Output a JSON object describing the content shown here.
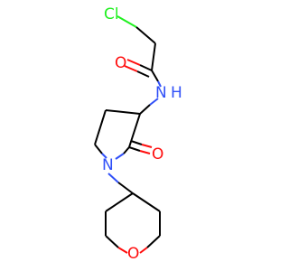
{
  "molecule": {
    "atoms": {
      "cl": {
        "label": "Cl",
        "color": "#1ff01f"
      },
      "o_amide": {
        "label": "O",
        "color": "#ff0d0d"
      },
      "nh": {
        "label": "N",
        "h_label": "H",
        "color": "#3050f8"
      },
      "o_lactam": {
        "label": "O",
        "color": "#ff0d0d"
      },
      "n_ring": {
        "label": "N",
        "color": "#3050f8"
      },
      "o_oxane": {
        "label": "O",
        "color": "#ff0d0d"
      }
    }
  }
}
